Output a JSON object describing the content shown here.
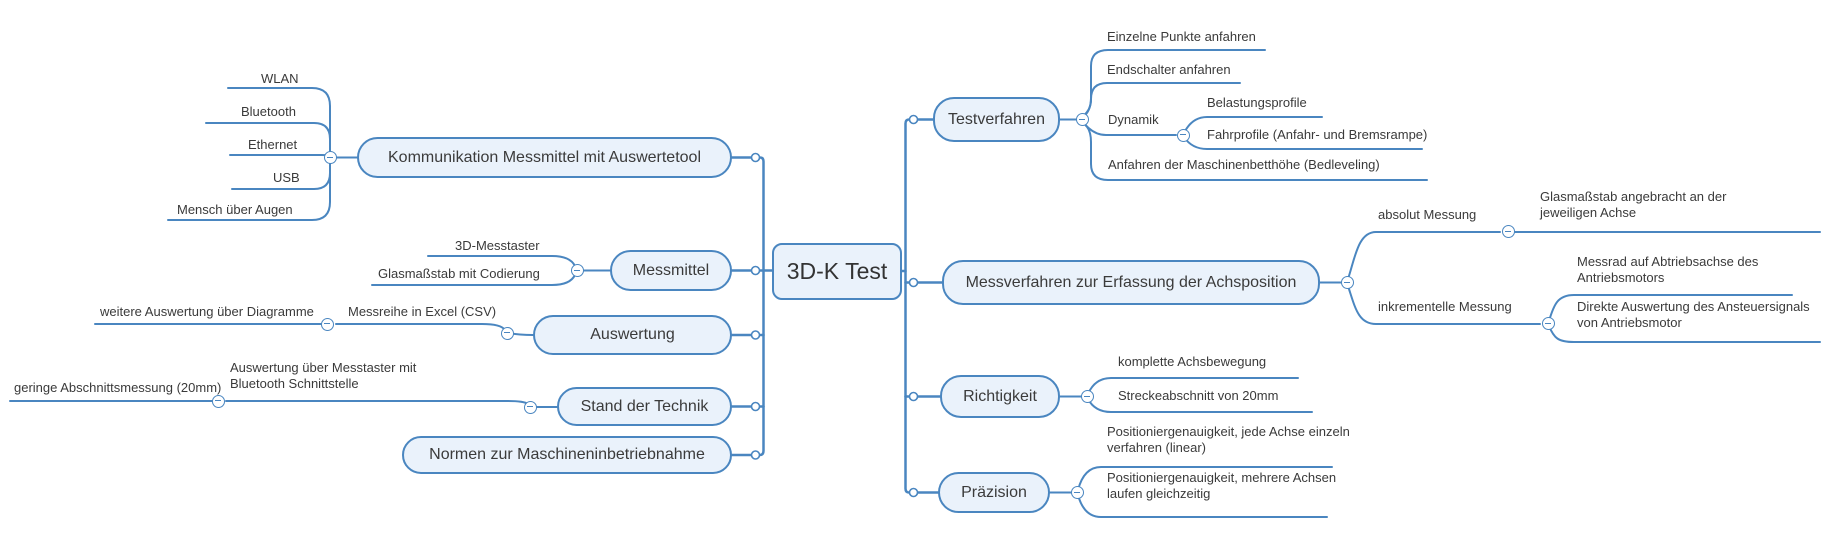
{
  "root": {
    "label": "3D-K Test"
  },
  "left": [
    {
      "label": "Kommunikation Messmittel mit Auswertetool",
      "children": [
        {
          "label": "WLAN"
        },
        {
          "label": "Bluetooth"
        },
        {
          "label": "Ethernet"
        },
        {
          "label": "USB"
        },
        {
          "label": "Mensch über Augen"
        }
      ]
    },
    {
      "label": "Messmittel",
      "children": [
        {
          "label": "3D-Messtaster"
        },
        {
          "label": "Glasmaßstab mit Codierung"
        }
      ]
    },
    {
      "label": "Auswertung",
      "children": [
        {
          "label": "Messreihe in Excel (CSV)",
          "children": [
            {
              "label": "weitere Auswertung über Diagramme"
            }
          ]
        }
      ]
    },
    {
      "label": "Stand der Technik",
      "children": [
        {
          "label": "Auswertung über Messtaster mit Bluetooth Schnittstelle",
          "children": [
            {
              "label": "geringe Abschnittsmessung (20mm)"
            }
          ]
        }
      ]
    },
    {
      "label": "Normen zur Maschineninbetriebnahme",
      "children": []
    }
  ],
  "right": [
    {
      "label": "Testverfahren",
      "children": [
        {
          "label": "Einzelne Punkte anfahren"
        },
        {
          "label": "Endschalter anfahren"
        },
        {
          "label": "Dynamik",
          "children": [
            {
              "label": "Belastungsprofile"
            },
            {
              "label": "Fahrprofile (Anfahr- und Bremsrampe)"
            }
          ]
        },
        {
          "label": "Anfahren der Maschinenbetthöhe (Bedleveling)"
        }
      ]
    },
    {
      "label": "Messverfahren zur Erfassung der Achsposition",
      "children": [
        {
          "label": "absolut Messung",
          "children": [
            {
              "label": "Glasmaßstab angebracht an der jeweiligen Achse"
            }
          ]
        },
        {
          "label": "inkrementelle Messung",
          "children": [
            {
              "label": "Messrad auf Abtriebsachse des Antriebsmotors"
            },
            {
              "label": "Direkte Auswertung des Ansteuersignals von Antriebsmotor"
            }
          ]
        }
      ]
    },
    {
      "label": "Richtigkeit",
      "children": [
        {
          "label": "komplette Achsbewegung"
        },
        {
          "label": "Streckeabschnitt von 20mm"
        }
      ]
    },
    {
      "label": "Präzision",
      "children": [
        {
          "label": "Positioniergenauigkeit, jede Achse einzeln verfahren (linear)"
        },
        {
          "label": "Positioniergenauigkeit, mehrere Achsen laufen gleichzeitig"
        }
      ]
    }
  ],
  "colors": {
    "line": "#4a86c0",
    "node_border": "#4a86c0",
    "node_fill": "#eaf2fb",
    "text": "#3b3b3b",
    "background": "#ffffff"
  }
}
